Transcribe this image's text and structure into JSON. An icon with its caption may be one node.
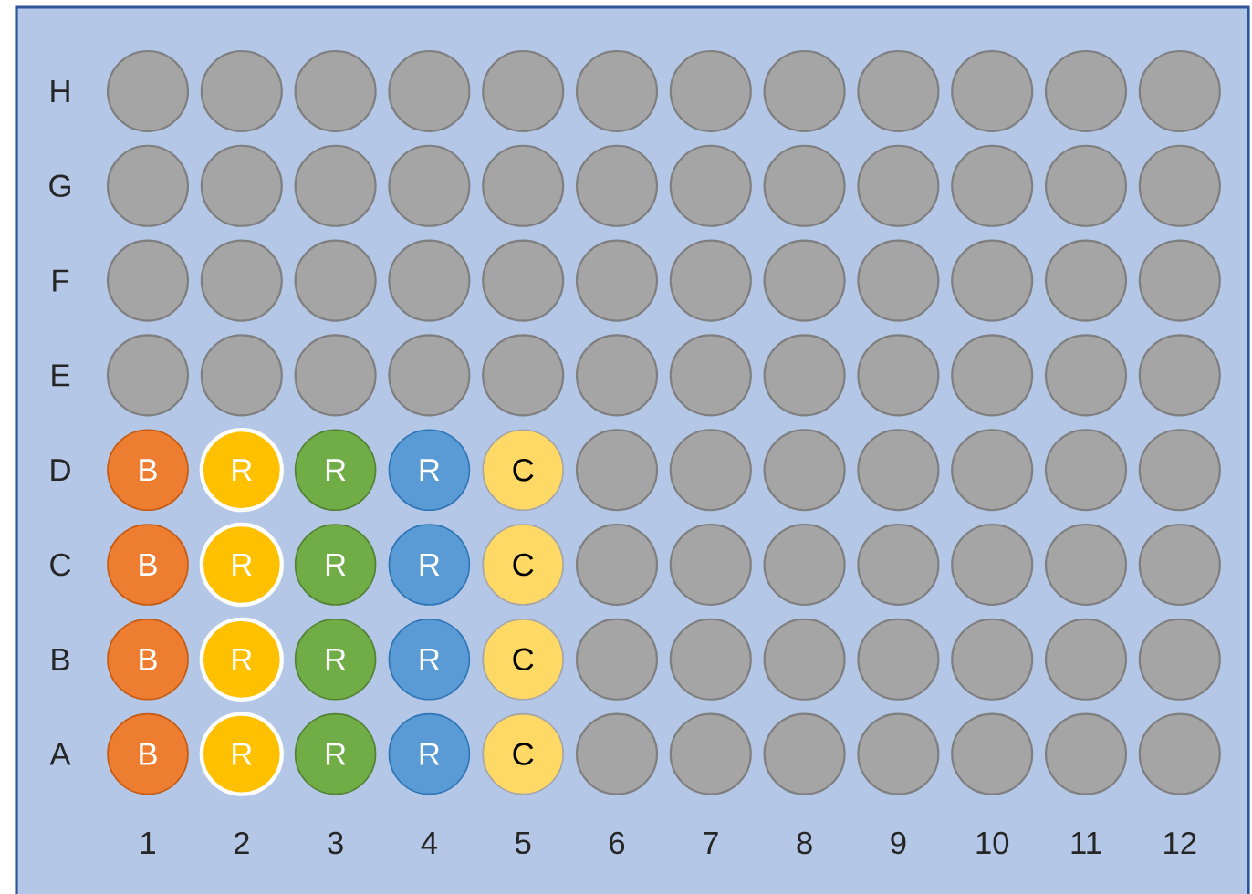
{
  "diagram": {
    "nodes": [
      {
        "text": [],
        "shape": "circle"
      },
      {
        "text": [],
        "shape": "circle"
      },
      {
        "text": [],
        "shape": "circle"
      },
      {
        "text": [],
        "shape": "circle"
      },
      {
        "text": [],
        "shape": "circle"
      },
      {
        "text": [],
        "shape": "circle"
      },
      {
        "text": [],
        "shape": "circle"
      },
      {
        "text": [],
        "shape": "circle"
      },
      {
        "text": [],
        "shape": "circle"
      },
      {
        "text": [],
        "shape": "circle"
      },
      {
        "text": [],
        "shape": "circle"
      },
      {
        "text": [],
        "shape": "circle"
      },
      {
        "text": [],
        "shape": "circle"
      },
      {
        "text": [],
        "shape": "circle"
      },
      {
        "text": [],
        "shape": "circle"
      },
      {
        "text": [],
        "shape": "circle"
      },
      {
        "text": [],
        "shape": "circle"
      },
      {
        "text": [],
        "shape": "circle"
      },
      {
        "text": [],
        "shape": "circle"
      },
      {
        "text": [],
        "shape": "circle"
      },
      {
        "text": [],
        "shape": "circle"
      },
      {
        "text": [],
        "shape": "circle"
      },
      {
        "text": [],
        "shape": "circle"
      },
      {
        "text": [],
        "shape": "circle"
      },
      {
        "text": [],
        "shape": "circle"
      },
      {
        "text": [],
        "shape": "circle"
      },
      {
        "text": [],
        "shape": "circle"
      },
      {
        "text": [],
        "shape": "circle"
      },
      {
        "text": [],
        "shape": "circle"
      },
      {
        "text": [],
        "shape": "circle"
      },
      {
        "text": [],
        "shape": "circle"
      },
      {
        "text": [],
        "shape": "circle"
      },
      {
        "text": [],
        "shape": "circle"
      },
      {
        "text": [],
        "shape": "circle"
      },
      {
        "text": [],
        "shape": "circle"
      },
      {
        "text": [],
        "shape": "circle"
      },
      {
        "text": [],
        "shape": "circle"
      },
      {
        "text": [],
        "shape": "circle"
      },
      {
        "text": [],
        "shape": "circle"
      },
      {
        "text": [],
        "shape": "circle"
      },
      {
        "text": [],
        "shape": "circle"
      },
      {
        "text": [],
        "shape": "circle"
      },
      {
        "text": [],
        "shape": "circle"
      },
      {
        "text": [],
        "shape": "circle"
      },
      {
        "text": [],
        "shape": "circle"
      },
      {
        "text": [],
        "shape": "circle"
      },
      {
        "text": [],
        "shape": "circle"
      },
      {
        "text": [],
        "shape": "circle"
      },
      {
        "text": [
          "B"
        ]
      },
      {
        "text": [
          "R"
        ]
      },
      {
        "text": [
          "R"
        ]
      },
      {
        "text": [
          "R"
        ]
      },
      {
        "text": [
          "C"
        ]
      },
      {
        "text": [],
        "shape": "circle"
      },
      {
        "text": [],
        "shape": "circle"
      },
      {
        "text": [],
        "shape": "circle"
      },
      {
        "text": [],
        "shape": "circle"
      },
      {
        "text": [],
        "shape": "circle"
      },
      {
        "text": [],
        "shape": "circle"
      },
      {
        "text": [],
        "shape": "circle"
      },
      {
        "text": [
          "B"
        ]
      },
      {
        "text": [
          "R"
        ]
      },
      {
        "text": [
          "R"
        ]
      },
      {
        "text": [
          "R"
        ]
      },
      {
        "text": [
          "C"
        ]
      },
      {
        "text": [],
        "shape": "circle"
      },
      {
        "text": [],
        "shape": "circle"
      },
      {
        "text": [],
        "shape": "circle"
      },
      {
        "text": [],
        "shape": "circle"
      },
      {
        "text": [],
        "shape": "circle"
      },
      {
        "text": [],
        "shape": "circle"
      },
      {
        "text": [],
        "shape": "circle"
      },
      {
        "text": [
          "B"
        ]
      },
      {
        "text": [
          "R"
        ]
      },
      {
        "text": [
          "R"
        ]
      },
      {
        "text": [
          "R"
        ]
      },
      {
        "text": [
          "C"
        ]
      },
      {
        "text": [],
        "shape": "circle"
      },
      {
        "text": [],
        "shape": "circle"
      },
      {
        "text": [],
        "shape": "circle"
      },
      {
        "text": [],
        "shape": "circle"
      },
      {
        "text": [],
        "shape": "circle"
      },
      {
        "text": [],
        "shape": "circle"
      },
      {
        "text": [],
        "shape": "circle"
      },
      {
        "text": [
          "B"
        ]
      },
      {
        "text": [
          "R"
        ]
      },
      {
        "text": [
          "R"
        ]
      },
      {
        "text": [
          "R"
        ]
      },
      {
        "text": [
          "C"
        ]
      },
      {
        "text": [],
        "shape": "circle"
      },
      {
        "text": [],
        "shape": "circle"
      },
      {
        "text": [],
        "shape": "circle"
      },
      {
        "text": [],
        "shape": "circle"
      },
      {
        "text": [],
        "shape": "circle"
      },
      {
        "text": [],
        "shape": "circle"
      },
      {
        "text": [],
        "shape": "circle"
      }
    ],
    "labels": [
      "H",
      "G",
      "F",
      "E",
      "D",
      "C",
      "B",
      "A",
      "1",
      "2",
      "3",
      "4",
      "5",
      "6",
      "7",
      "8",
      "9",
      "10",
      "11",
      "12"
    ]
  }
}
